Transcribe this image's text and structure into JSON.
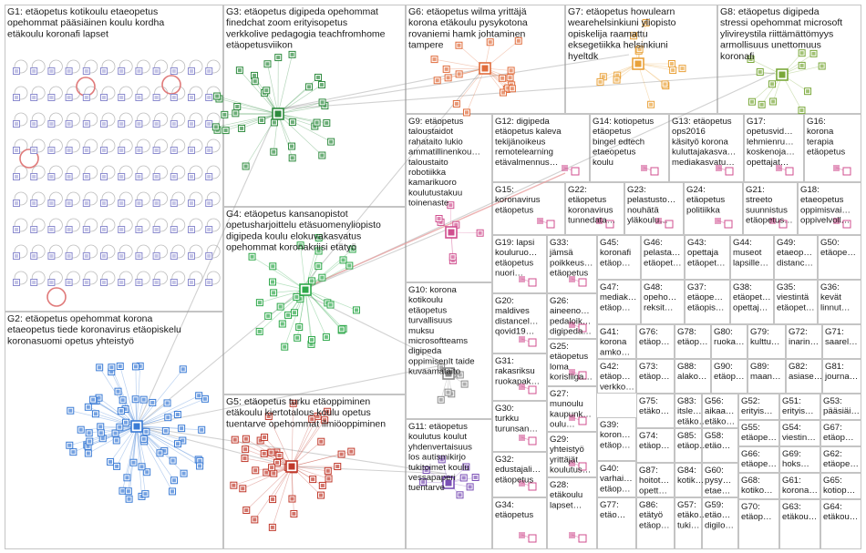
{
  "groups": [
    {
      "id": "G1",
      "lines": [
        "G1: etäopetus kotikoulu etaeopetus",
        "opehommat pääsiäinen koulu kordha",
        "etäkoulu koronafi lapset"
      ],
      "color": "#8c8ccf"
    },
    {
      "id": "G2",
      "lines": [
        "G2: etäopetus opehommat korona",
        "etaeopetus tiede koronavirus etäopiskelu",
        "koronasuomi opetus yhteistyö"
      ],
      "color": "#3a7bd5"
    },
    {
      "id": "G3",
      "lines": [
        "G3: etäopetus digipeda opehommat",
        "finedchat zoom erityisopetus",
        "verkkolive pedagogia teachfromhome",
        "etäopetusviikon"
      ],
      "color": "#2e8b3e"
    },
    {
      "id": "G4",
      "lines": [
        "G4: etäopetus kansanopistot",
        "opetusharjoittelu etäsuomenyliopisto",
        "digipeda koulu elokuvakasvatus",
        "opehommat koronakriisi etätyö"
      ],
      "color": "#2ea84a"
    },
    {
      "id": "G5",
      "lines": [
        "G5: etäopetus turku etäoppiminen",
        "etäkoulu kiertotalous koulu opetus",
        "tuentarve opehommat ilmiöoppiminen"
      ],
      "color": "#c0392b"
    },
    {
      "id": "G6",
      "lines": [
        "G6: etäopetus wilma yrittäjä",
        "korona etäkoulu pysykotona",
        "rovaniemi hamk johtaminen",
        "tampere"
      ],
      "color": "#e06c3c"
    },
    {
      "id": "G7",
      "lines": [
        "G7: etäopetus howulearn",
        "wearehelsinkiuni yliopisto",
        "opiskelija raamattu",
        "eksegetiikka helsinkiuni",
        "hyeltdk"
      ],
      "color": "#e9a23b"
    },
    {
      "id": "G8",
      "lines": [
        "G8: etäopetus digipeda",
        "stressi opehommat microsoft",
        "ylivireystila riittämättömyys",
        "armollisuus unettomuus",
        "koronafi"
      ],
      "color": "#7aa83a"
    },
    {
      "id": "G9",
      "lines": [
        "G9: etäopetus",
        "taloustaidot",
        "rahataito lukio",
        "ammatillinenkou…",
        "taloustaito",
        "robotiikka",
        "kamarikuoro",
        "koulutustakuu",
        "toinenaste"
      ],
      "color": "#d04f8f"
    },
    {
      "id": "G10",
      "lines": [
        "G10: korona",
        "kotikoulu",
        "etäopetus",
        "turvallisuus",
        "muksu",
        "microsoftteams",
        "digipeda",
        "oppimisenIt taide",
        "kuvaamataito"
      ],
      "color": "#8a8a8a"
    },
    {
      "id": "G11",
      "lines": [
        "G11: etäopetus",
        "koulutus koulut",
        "yhdenvertaisuus",
        "los autismikirjo",
        "tukitoimet koulu",
        "vessapaperi",
        "tuentarve"
      ],
      "color": "#7a4fb5"
    },
    {
      "id": "G12",
      "lines": [
        "G12: digipeda",
        "etäopetus kaleva",
        "tekijänoikeus",
        "remotelearning",
        "etävalmennus…"
      ],
      "color": "#4f9d4f"
    },
    {
      "id": "G13",
      "lines": [
        "G13: etäopetus",
        "ops2016",
        "käsityö korona",
        "kuluttajakasva…",
        "mediakasvatu…"
      ],
      "color": "#999999"
    },
    {
      "id": "G14",
      "lines": [
        "G14: kotiopetus",
        "etäopetus",
        "bingel edtech",
        "etaeopetus",
        "koulu"
      ],
      "color": "#999999"
    },
    {
      "id": "G15",
      "lines": [
        "G15:",
        "koronavirus",
        "etäopetus"
      ],
      "color": "#999999"
    },
    {
      "id": "G16",
      "lines": [
        "G16:",
        "korona",
        "terapia",
        "etäopetus"
      ],
      "color": "#999999"
    },
    {
      "id": "G17",
      "lines": [
        "G17:",
        "opetusvid…",
        "lehmienru…",
        "koskenoja…",
        "opettajat…"
      ],
      "color": "#999999"
    },
    {
      "id": "G18",
      "lines": [
        "G18:",
        "etaeopetus",
        "oppimisvai…",
        "oppivelvoll…"
      ],
      "color": "#999999"
    },
    {
      "id": "G19",
      "lines": [
        "G19: lapsi",
        "kouluruo…",
        "etäopetus",
        "nuori…"
      ],
      "color": "#999999"
    },
    {
      "id": "G20",
      "lines": [
        "G20:",
        "maldives",
        "distancel…",
        "qovid19…"
      ],
      "color": "#999999"
    },
    {
      "id": "G21",
      "lines": [
        "G21:",
        "streeto",
        "suunnistus",
        "etäopetus…"
      ],
      "color": "#999999"
    },
    {
      "id": "G22",
      "lines": [
        "G22:",
        "etäopetus",
        "koronavirus",
        "tunnedata…"
      ],
      "color": "#999999"
    },
    {
      "id": "G23",
      "lines": [
        "G23:",
        "pelastusto…",
        "nouhätä",
        "yläkoulu…"
      ],
      "color": "#999999"
    },
    {
      "id": "G24",
      "lines": [
        "G24:",
        "etäopetus",
        "politiikka"
      ],
      "color": "#999999"
    },
    {
      "id": "G25",
      "lines": [
        "G25:",
        "etäopetus",
        "loma",
        "korisliiga…"
      ],
      "color": "#999999"
    },
    {
      "id": "G26",
      "lines": [
        "G26:",
        "aineeno…",
        "pedaloik…",
        "digipeda…"
      ],
      "color": "#999999"
    },
    {
      "id": "G27",
      "lines": [
        "G27:",
        "munoulu",
        "kaupunk…",
        "oulu…"
      ],
      "color": "#999999"
    },
    {
      "id": "G28",
      "lines": [
        "G28:",
        "etäkoulu",
        "lapset…"
      ],
      "color": "#999999"
    },
    {
      "id": "G29",
      "lines": [
        "G29:",
        "yhteistyö",
        "yrittäjät",
        "koulutus…"
      ],
      "color": "#999999"
    },
    {
      "id": "G30",
      "lines": [
        "G30:",
        "turkku",
        "turunsan…"
      ],
      "color": "#999999"
    },
    {
      "id": "G31",
      "lines": [
        "G31:",
        "rakasriksu",
        "ruokapak…"
      ],
      "color": "#999999"
    },
    {
      "id": "G32",
      "lines": [
        "G32:",
        "edustajali…",
        "etäopetus"
      ],
      "color": "#999999"
    },
    {
      "id": "G33",
      "lines": [
        "G33:",
        "jämsä",
        "poikkeus…",
        "etäopetus"
      ],
      "color": "#999999"
    },
    {
      "id": "G34",
      "lines": [
        "G34:",
        "etäopetus"
      ],
      "color": "#999999"
    },
    {
      "id": "G35",
      "lines": [
        "G35:",
        "viestintä",
        "etäopet…"
      ],
      "color": "#999999"
    },
    {
      "id": "G36",
      "lines": [
        "G36:",
        "kevät",
        "linnut…"
      ],
      "color": "#999999"
    },
    {
      "id": "G37",
      "lines": [
        "G37:",
        "etäope…",
        "etäopis…"
      ],
      "color": "#999999"
    },
    {
      "id": "G38",
      "lines": [
        "G38:",
        "etäopet…",
        "opettaj…"
      ],
      "color": "#999999"
    },
    {
      "id": "G39",
      "lines": [
        "G39:",
        "koron…",
        "etäop…"
      ],
      "color": "#999999"
    },
    {
      "id": "G40",
      "lines": [
        "G40:",
        "varhai…",
        "etäop…"
      ],
      "color": "#999999"
    },
    {
      "id": "G41",
      "lines": [
        "G41:",
        "korona",
        "amko…"
      ],
      "color": "#999999"
    },
    {
      "id": "G42",
      "lines": [
        "G42:",
        "etäop…",
        "verkko…"
      ],
      "color": "#999999"
    },
    {
      "id": "G43",
      "lines": [
        "G43:",
        "opettaja",
        "etäopet…"
      ],
      "color": "#999999"
    },
    {
      "id": "G44",
      "lines": [
        "G44:",
        "museot",
        "lapsille…"
      ],
      "color": "#999999"
    },
    {
      "id": "G45",
      "lines": [
        "G45:",
        "koronafi",
        "etäop…"
      ],
      "color": "#999999"
    },
    {
      "id": "G46",
      "lines": [
        "G46:",
        "pelasta…",
        "etäopet…"
      ],
      "color": "#999999"
    },
    {
      "id": "G47",
      "lines": [
        "G47:",
        "mediak…",
        "etäop…"
      ],
      "color": "#999999"
    },
    {
      "id": "G48",
      "lines": [
        "G48:",
        "opeho…",
        "reksit…"
      ],
      "color": "#999999"
    },
    {
      "id": "G49",
      "lines": [
        "G49:",
        "etaeop…",
        "distanc…"
      ],
      "color": "#999999"
    },
    {
      "id": "G50",
      "lines": [
        "G50:",
        "etäope…"
      ],
      "color": "#999999"
    },
    {
      "id": "G51",
      "lines": [
        "G51:",
        "erityis…"
      ],
      "color": "#999999"
    },
    {
      "id": "G52",
      "lines": [
        "G52:",
        "erityis…"
      ],
      "color": "#999999"
    },
    {
      "id": "G53",
      "lines": [
        "G53:",
        "pääsiäi…"
      ],
      "color": "#999999"
    },
    {
      "id": "G54",
      "lines": [
        "G54:",
        "viestin…"
      ],
      "color": "#999999"
    },
    {
      "id": "G55",
      "lines": [
        "G55:",
        "etäope…"
      ],
      "color": "#999999"
    },
    {
      "id": "G56",
      "lines": [
        "G56:",
        "aikaa…",
        "etäko…"
      ],
      "color": "#999999"
    },
    {
      "id": "G57",
      "lines": [
        "G57:",
        "etäko…",
        "tuki…"
      ],
      "color": "#999999"
    },
    {
      "id": "G58",
      "lines": [
        "G58:",
        "etäo…"
      ],
      "color": "#999999"
    },
    {
      "id": "G59",
      "lines": [
        "G59:",
        "etäo…",
        "digilo…"
      ],
      "color": "#999999"
    },
    {
      "id": "G60",
      "lines": [
        "G60:",
        "pysy…",
        "etae…"
      ],
      "color": "#999999"
    },
    {
      "id": "G61",
      "lines": [
        "G61:",
        "korona…"
      ],
      "color": "#999999"
    },
    {
      "id": "G62",
      "lines": [
        "G62:",
        "etäope…"
      ],
      "color": "#999999"
    },
    {
      "id": "G63",
      "lines": [
        "G63:",
        "etäkou…"
      ],
      "color": "#999999"
    },
    {
      "id": "G64",
      "lines": [
        "G64:",
        "etäkou…"
      ],
      "color": "#999999"
    },
    {
      "id": "G65",
      "lines": [
        "G65:",
        "kotiop…"
      ],
      "color": "#999999"
    },
    {
      "id": "G66",
      "lines": [
        "G66:",
        "etäope…"
      ],
      "color": "#999999"
    },
    {
      "id": "G67",
      "lines": [
        "G67:",
        "etäop…"
      ],
      "color": "#999999"
    },
    {
      "id": "G68",
      "lines": [
        "G68:",
        "kotiko…"
      ],
      "color": "#999999"
    },
    {
      "id": "G69",
      "lines": [
        "G69:",
        "hoks…"
      ],
      "color": "#999999"
    },
    {
      "id": "G70",
      "lines": [
        "G70:",
        "etäop…"
      ],
      "color": "#999999"
    },
    {
      "id": "G71",
      "lines": [
        "G71:",
        "saarel…"
      ],
      "color": "#999999"
    },
    {
      "id": "G72",
      "lines": [
        "G72:",
        "inarin…"
      ],
      "color": "#999999"
    },
    {
      "id": "G73",
      "lines": [
        "G73:",
        "etäop…"
      ],
      "color": "#999999"
    },
    {
      "id": "G74",
      "lines": [
        "G74:",
        "etäop…"
      ],
      "color": "#999999"
    },
    {
      "id": "G75",
      "lines": [
        "G75:",
        "etäko…"
      ],
      "color": "#999999"
    },
    {
      "id": "G76",
      "lines": [
        "G76:",
        "etäop…"
      ],
      "color": "#999999"
    },
    {
      "id": "G77",
      "lines": [
        "G77:",
        "etäo…"
      ],
      "color": "#999999"
    },
    {
      "id": "G78",
      "lines": [
        "G78:",
        "etäop…"
      ],
      "color": "#999999"
    },
    {
      "id": "G79",
      "lines": [
        "G79:",
        "kulttu…"
      ],
      "color": "#999999"
    },
    {
      "id": "G80",
      "lines": [
        "G80:",
        "ruoka…"
      ],
      "color": "#999999"
    },
    {
      "id": "G81",
      "lines": [
        "G81:",
        "journa…"
      ],
      "color": "#999999"
    },
    {
      "id": "G82",
      "lines": [
        "G82:",
        "asiase…"
      ],
      "color": "#999999"
    },
    {
      "id": "G83",
      "lines": [
        "G83:",
        "itsle…",
        "etäko…"
      ],
      "color": "#999999"
    },
    {
      "id": "G84",
      "lines": [
        "G84:",
        "kotik…"
      ],
      "color": "#999999"
    },
    {
      "id": "G85",
      "lines": [
        "G85:",
        "etäop…"
      ],
      "color": "#999999"
    },
    {
      "id": "G86",
      "lines": [
        "G86:",
        "etätyö",
        "etäop…"
      ],
      "color": "#999999"
    },
    {
      "id": "G87",
      "lines": [
        "G87:",
        "hoitot…",
        "opett…"
      ],
      "color": "#999999"
    },
    {
      "id": "G88",
      "lines": [
        "G88:",
        "alako…"
      ],
      "color": "#999999"
    },
    {
      "id": "G89",
      "lines": [
        "G89:",
        "maan…"
      ],
      "color": "#999999"
    },
    {
      "id": "G90",
      "lines": [
        "G90:",
        "etäop…"
      ],
      "color": "#999999"
    }
  ]
}
